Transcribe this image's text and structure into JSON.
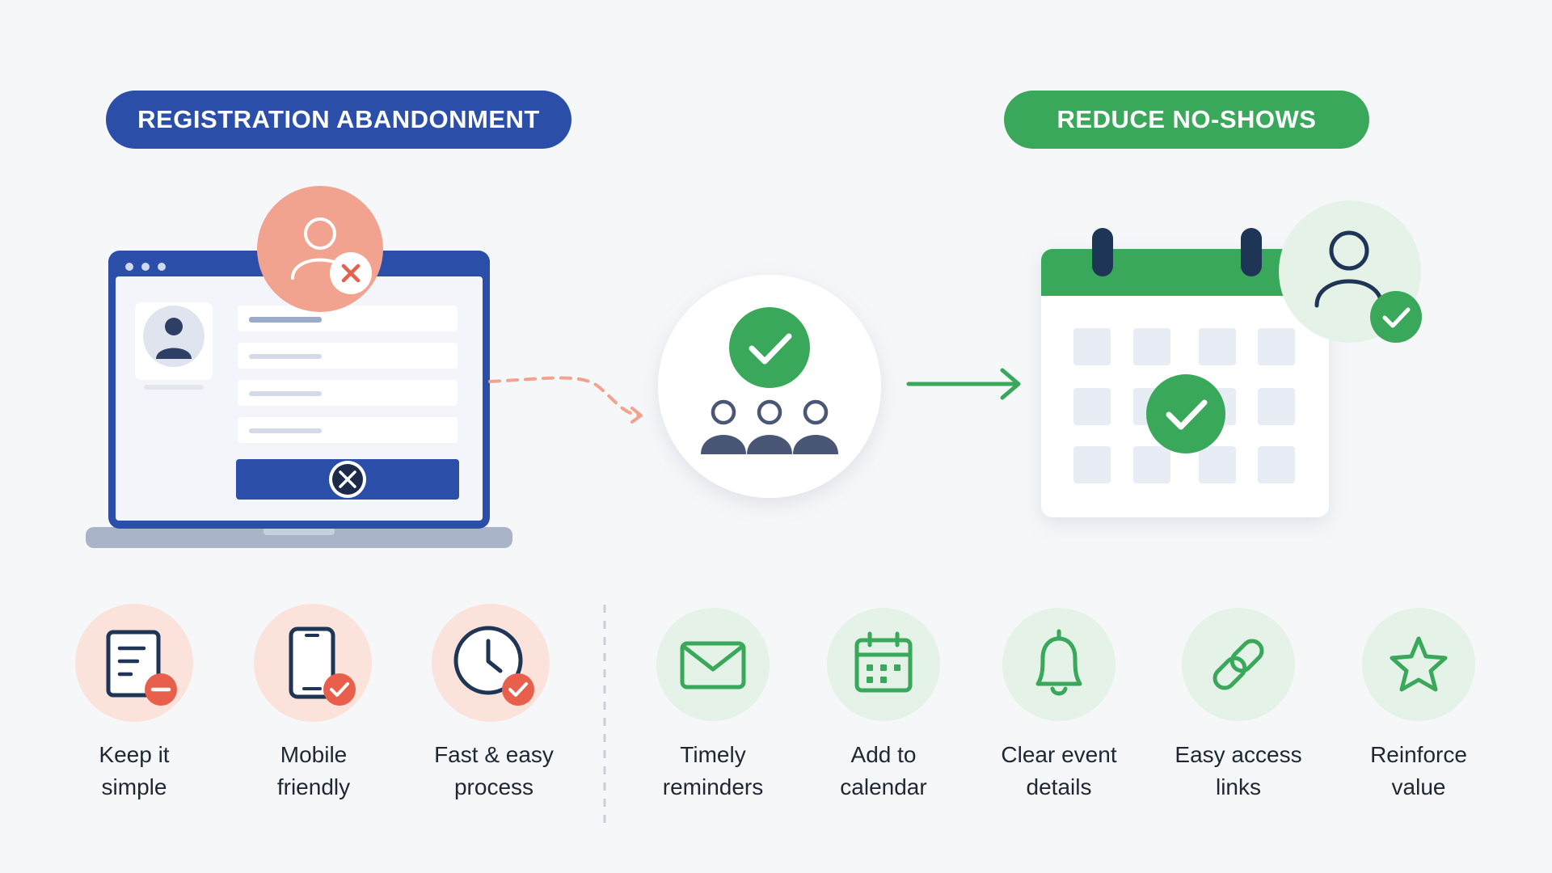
{
  "headers": {
    "left": "REGISTRATION ABANDONMENT",
    "right": "REDUCE NO-SHOWS"
  },
  "colors": {
    "blue": "#2b4ea8",
    "green": "#3aa85a",
    "coral": "#e8604c",
    "peach": "#f2a38f",
    "light_green": "#e4f2e7",
    "light_peach": "#fbe3dc"
  },
  "left_items": [
    {
      "icon": "document-minus-icon",
      "line1": "Keep it",
      "line2": "simple"
    },
    {
      "icon": "mobile-check-icon",
      "line1": "Mobile",
      "line2": "friendly"
    },
    {
      "icon": "clock-check-icon",
      "line1": "Fast & easy",
      "line2": "process"
    }
  ],
  "right_items": [
    {
      "icon": "envelope-icon",
      "line1": "Timely",
      "line2": "reminders"
    },
    {
      "icon": "calendar-icon",
      "line1": "Add to",
      "line2": "calendar"
    },
    {
      "icon": "bell-icon",
      "line1": "Clear event",
      "line2": "details"
    },
    {
      "icon": "link-icon",
      "line1": "Easy access",
      "line2": "links"
    },
    {
      "icon": "star-icon",
      "line1": "Reinforce",
      "line2": "value"
    }
  ]
}
